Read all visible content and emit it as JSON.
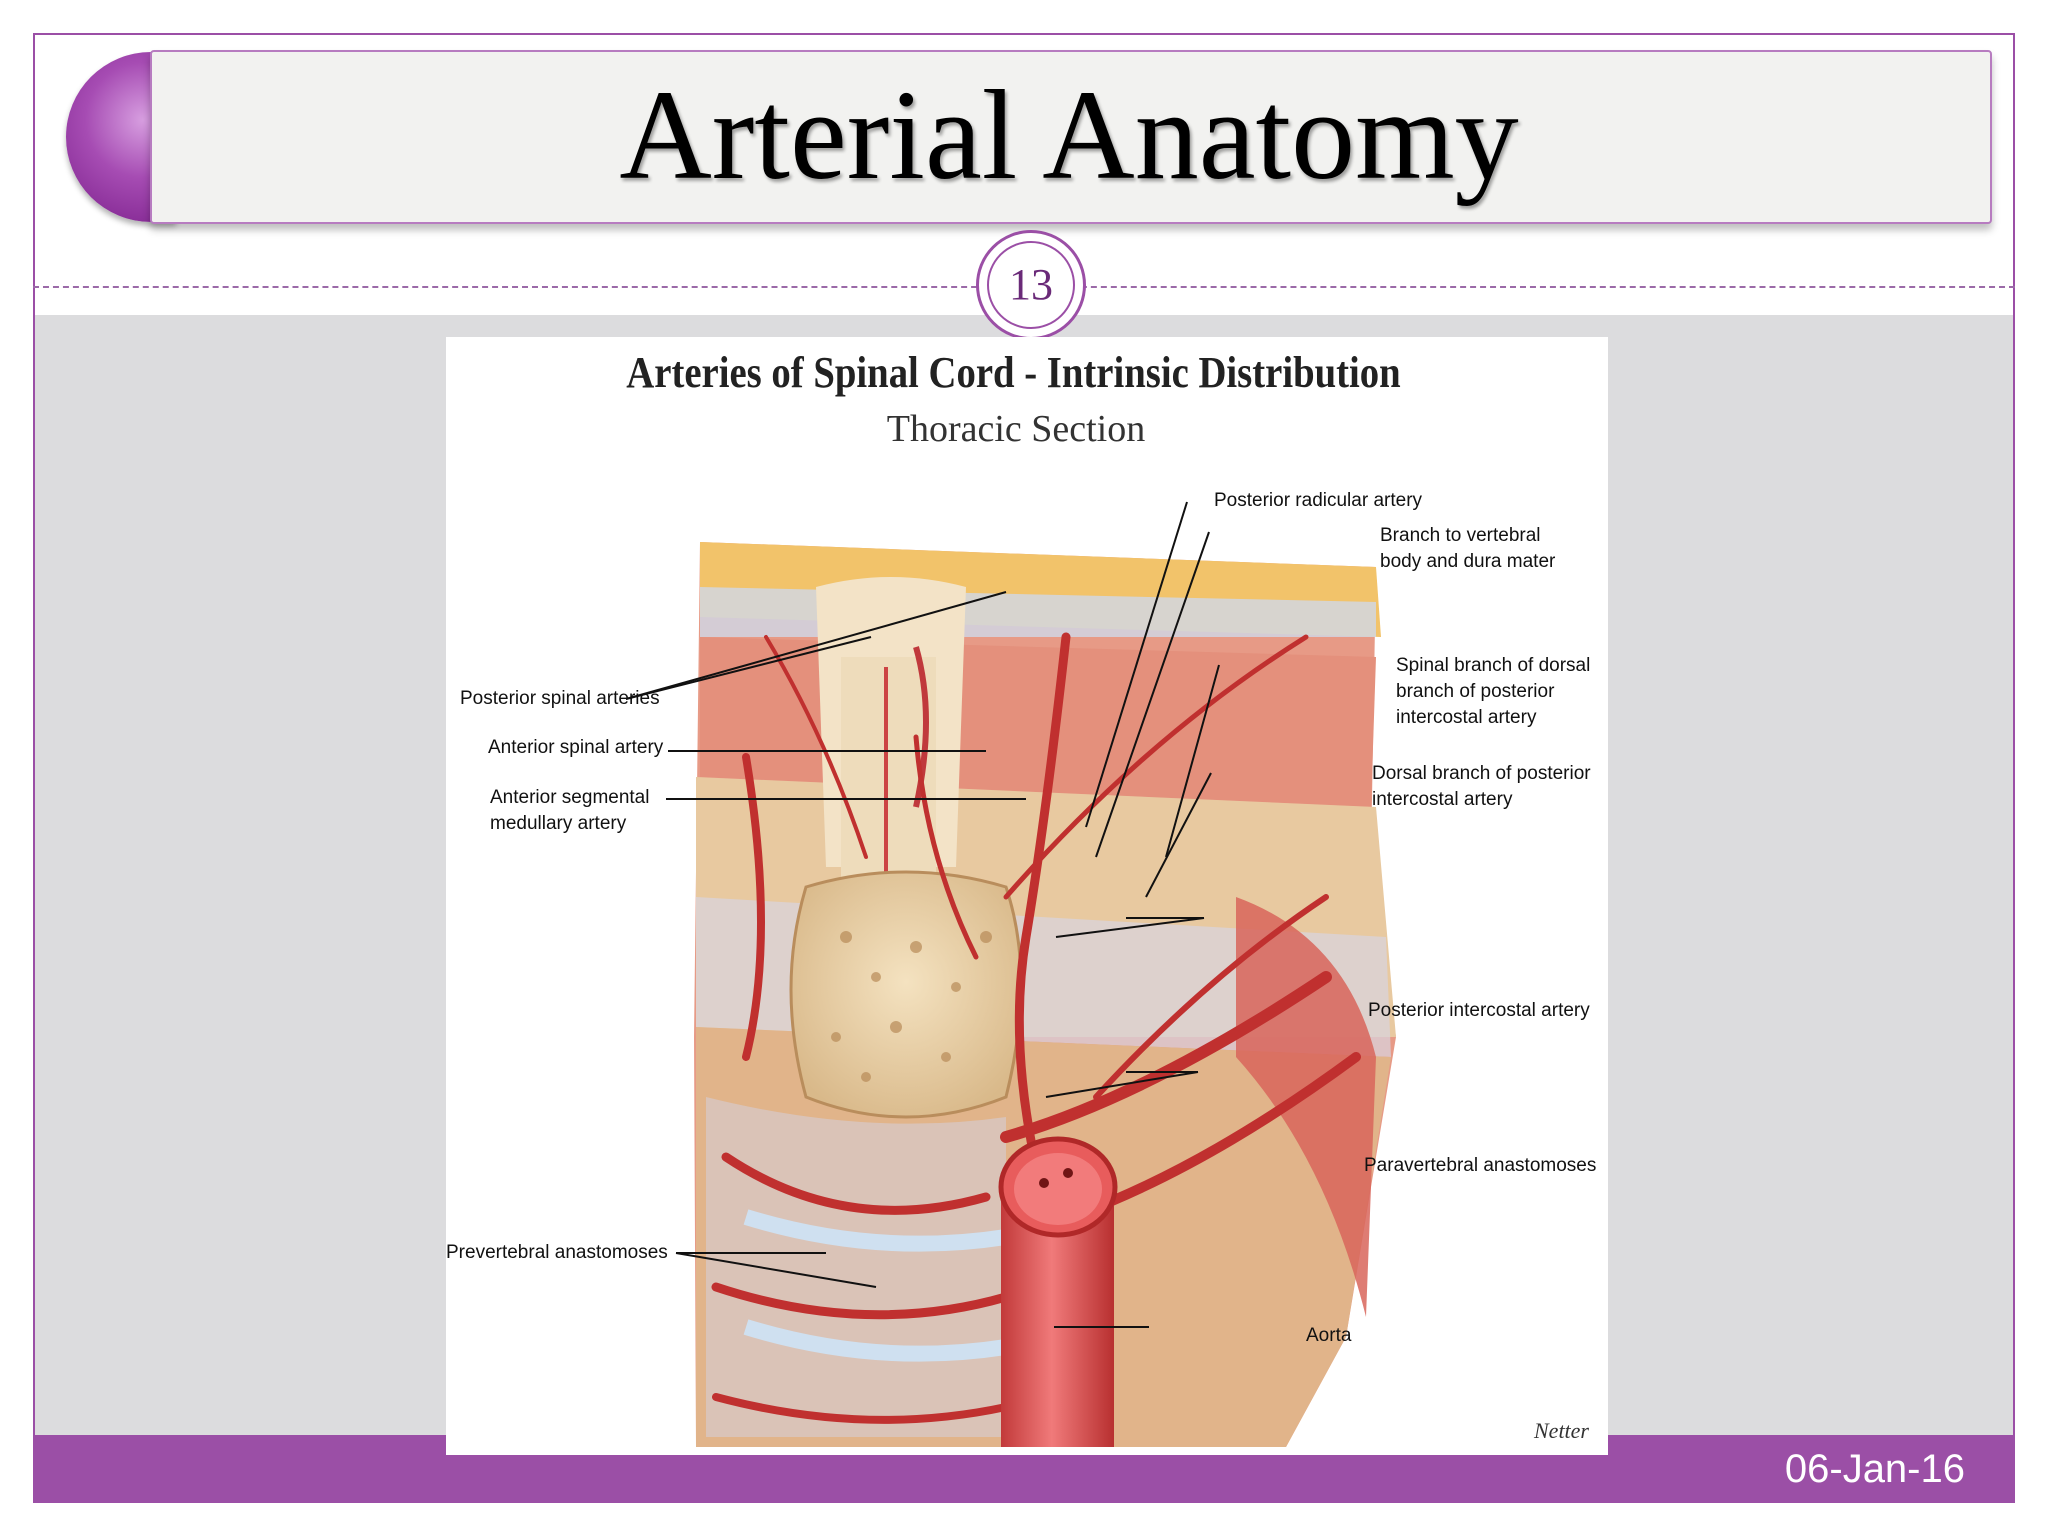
{
  "slide": {
    "title": "Arterial Anatomy",
    "slide_number": "13",
    "date": "06-Jan-16"
  },
  "figure": {
    "title": "Arteries of Spinal Cord - Intrinsic Distribution",
    "subtitle": "Thoracic Section",
    "labels": {
      "posterior_radicular": "Posterior radicular artery",
      "branch_vertebral_1": "Branch to vertebral",
      "branch_vertebral_2": "body and dura mater",
      "spinal_branch_1": "Spinal branch of dorsal",
      "spinal_branch_2": "branch of posterior",
      "spinal_branch_3": "intercostal artery",
      "dorsal_branch_1": "Dorsal branch of posterior",
      "dorsal_branch_2": "intercostal artery",
      "posterior_spinal": "Posterior spinal arteries",
      "anterior_spinal": "Anterior spinal artery",
      "anterior_segmental_1": "Anterior segmental",
      "anterior_segmental_2": "medullary artery",
      "posterior_intercostal": "Posterior intercostal artery",
      "paravertebral": "Paravertebral anastomoses",
      "prevertebral": "Prevertebral anastomoses",
      "aorta": "Aorta"
    },
    "signature": "Netter"
  }
}
